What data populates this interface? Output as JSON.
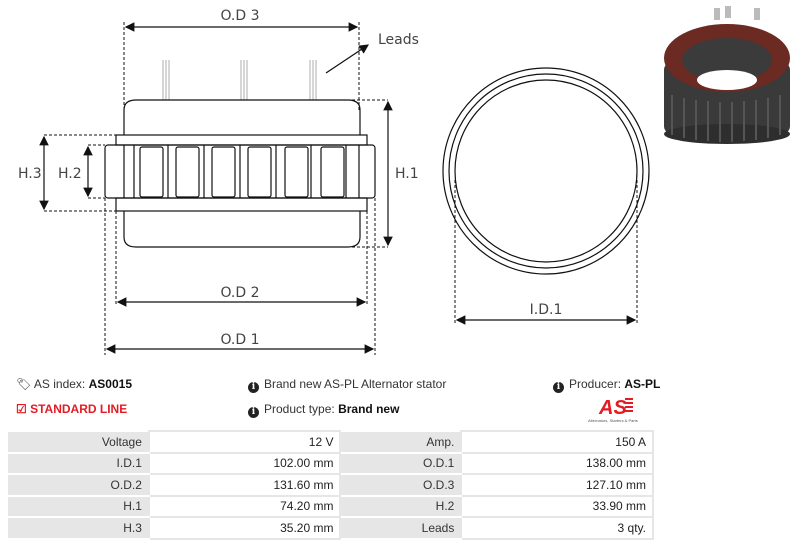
{
  "diagram": {
    "labels": {
      "od3": "O.D 3",
      "od2": "O.D 2",
      "od1": "O.D 1",
      "h1": "H.1",
      "h2": "H.2",
      "h3": "H.3",
      "id1": "I.D.1",
      "leads": "Leads"
    }
  },
  "info": {
    "as_index_label": "AS index:",
    "as_index_value": "AS0015",
    "line": "STANDARD LINE",
    "description": "Brand new AS-PL Alternator stator",
    "product_type_label": "Product type:",
    "product_type_value": "Brand new",
    "producer_label": "Producer:",
    "producer_value": "AS-PL",
    "logo_text": "AS",
    "logo_tagline": "Alternators, Starters & Parts"
  },
  "colors": {
    "accent": "#e31b23",
    "label_bg": "#e6e6e6"
  },
  "specs": [
    {
      "k1": "Voltage",
      "v1": "12 V",
      "k2": "Amp.",
      "v2": "150 A"
    },
    {
      "k1": "I.D.1",
      "v1": "102.00 mm",
      "k2": "O.D.1",
      "v2": "138.00 mm"
    },
    {
      "k1": "O.D.2",
      "v1": "131.60 mm",
      "k2": "O.D.3",
      "v2": "127.10 mm"
    },
    {
      "k1": "H.1",
      "v1": "74.20 mm",
      "k2": "H.2",
      "v2": "33.90 mm"
    },
    {
      "k1": "H.3",
      "v1": "35.20 mm",
      "k2": "Leads",
      "v2": "3 qty."
    }
  ]
}
